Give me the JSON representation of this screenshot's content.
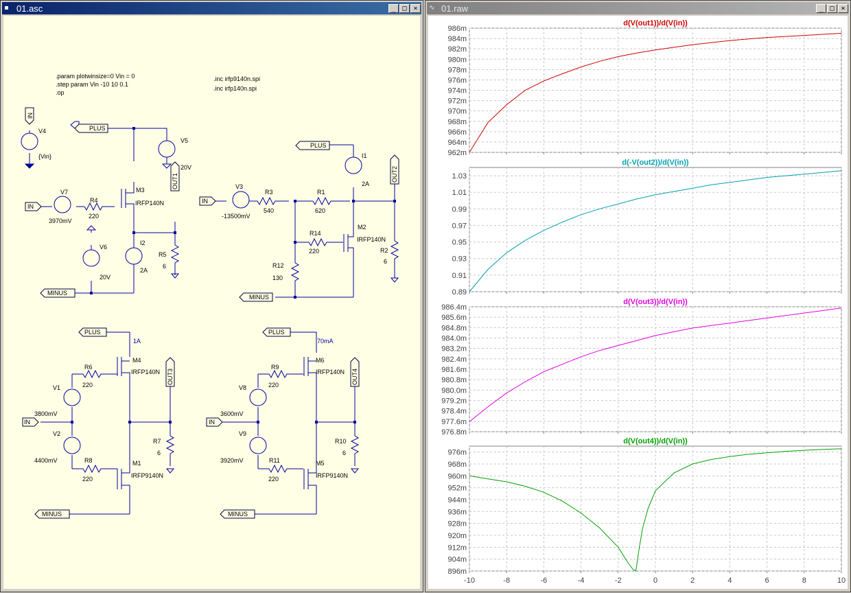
{
  "windows": {
    "schematic": {
      "title": "01.asc",
      "minimize": "_",
      "maximize": "□",
      "close": "×"
    },
    "waveform": {
      "title": "01.raw",
      "minimize": "_",
      "maximize": "□",
      "close": "×"
    }
  },
  "schematic": {
    "directives": [
      ".param plotwinsize=0 Vin = 0",
      ".step param Vin -10 10 0.1",
      ".op"
    ],
    "includes": [
      ".inc irfp9140n.spi",
      ".inc irfp140n.spi"
    ],
    "flags": {
      "in": "IN",
      "plus": "PLUS",
      "minus": "MINUS",
      "out1": "OUT1",
      "out2": "OUT2",
      "out3": "OUT3",
      "out4": "OUT4"
    },
    "components": {
      "V4": {
        "name": "V4",
        "value": "{Vin}"
      },
      "V5": {
        "name": "V5",
        "value": "20V"
      },
      "V6": {
        "name": "V6",
        "value": "20V"
      },
      "V7": {
        "name": "V7",
        "value": "3970mV"
      },
      "V3": {
        "name": "V3",
        "value": "-13500mV"
      },
      "V1": {
        "name": "V1",
        "value": "3800mV"
      },
      "V2": {
        "name": "V2",
        "value": "4400mV"
      },
      "V8": {
        "name": "V8",
        "value": "3600mV"
      },
      "V9": {
        "name": "V9",
        "value": "3920mV"
      },
      "R4": {
        "name": "R4",
        "value": "220"
      },
      "R5": {
        "name": "R5",
        "value": "6"
      },
      "R3": {
        "name": "R3",
        "value": "540"
      },
      "R1": {
        "name": "R1",
        "value": "620"
      },
      "R14": {
        "name": "R14",
        "value": "220"
      },
      "R12": {
        "name": "R12",
        "value": "130"
      },
      "R2": {
        "name": "R2",
        "value": "6"
      },
      "R6": {
        "name": "R6",
        "value": "220"
      },
      "R8": {
        "name": "R8",
        "value": "220"
      },
      "R7": {
        "name": "R7",
        "value": "6"
      },
      "R9": {
        "name": "R9",
        "value": "220"
      },
      "R11": {
        "name": "R11",
        "value": "220"
      },
      "R10": {
        "name": "R10",
        "value": "6"
      },
      "I1": {
        "name": "I1",
        "value": "2A"
      },
      "I2": {
        "name": "I2",
        "value": "2A"
      },
      "M3": {
        "name": "M3",
        "value": "IRFP140N"
      },
      "M2": {
        "name": "M2",
        "value": "IRFP140N"
      },
      "M4": {
        "name": "M4",
        "value": "IRFP140N"
      },
      "M1": {
        "name": "M1",
        "value": "IRFP9140N"
      },
      "M6": {
        "name": "M6",
        "value": "IRFP140N"
      },
      "M5": {
        "name": "M5",
        "value": "IRFP9140N"
      }
    },
    "currents": {
      "m4": "1A",
      "m6": "70mA"
    }
  },
  "chart_data": [
    {
      "type": "line",
      "title": "d(V(out1))/d(V(in))",
      "color": "#d00000",
      "x": [
        -10,
        -9,
        -8,
        -7,
        -6,
        -5,
        -4,
        -3,
        -2,
        -1,
        0,
        1,
        2,
        3,
        4,
        5,
        6,
        7,
        8,
        9,
        10
      ],
      "y": [
        0.962,
        0.9678,
        0.9712,
        0.974,
        0.9758,
        0.9772,
        0.9785,
        0.9796,
        0.9805,
        0.9812,
        0.9818,
        0.9823,
        0.9828,
        0.9832,
        0.9836,
        0.9839,
        0.9842,
        0.9844,
        0.9846,
        0.9848,
        0.985
      ],
      "yticks": [
        "986m",
        "984m",
        "982m",
        "980m",
        "978m",
        "976m",
        "974m",
        "972m",
        "970m",
        "968m",
        "966m",
        "964m",
        "962m"
      ],
      "ylim": [
        0.962,
        0.986
      ]
    },
    {
      "type": "line",
      "title": "d(-V(out2))/d(V(in))",
      "color": "#00a0b0",
      "x": [
        -10,
        -9,
        -8,
        -7,
        -6,
        -5,
        -4,
        -3,
        -2,
        -1,
        0,
        1,
        2,
        3,
        4,
        5,
        6,
        7,
        8,
        9,
        10
      ],
      "y": [
        0.89,
        0.917,
        0.937,
        0.952,
        0.964,
        0.974,
        0.983,
        0.99,
        0.996,
        1.002,
        1.007,
        1.011,
        1.015,
        1.019,
        1.022,
        1.025,
        1.028,
        1.03,
        1.032,
        1.034,
        1.036
      ],
      "yticks": [
        "1.03",
        "1.01",
        "0.99",
        "0.97",
        "0.95",
        "0.93",
        "0.91",
        "0.89"
      ],
      "ylim": [
        0.89,
        1.04
      ]
    },
    {
      "type": "line",
      "title": "d(V(out3))/d(V(in))",
      "color": "#e000e0",
      "x": [
        -10,
        -9,
        -8,
        -7,
        -6,
        -5,
        -4,
        -3,
        -2,
        -1,
        0,
        1,
        2,
        3,
        4,
        5,
        6,
        7,
        8,
        9,
        10
      ],
      "y": [
        0.9776,
        0.9788,
        0.9799,
        0.9808,
        0.9816,
        0.9822,
        0.9828,
        0.9833,
        0.9837,
        0.9841,
        0.9845,
        0.9848,
        0.9851,
        0.9853,
        0.9855,
        0.9857,
        0.9859,
        0.9861,
        0.9863,
        0.9865,
        0.9867
      ],
      "yticks": [
        "986.4m",
        "985.6m",
        "984.8m",
        "984.0m",
        "983.2m",
        "982.4m",
        "981.6m",
        "980.8m",
        "980.0m",
        "979.2m",
        "978.4m",
        "977.6m",
        "976.8m"
      ],
      "ylim": [
        0.9768,
        0.9868
      ]
    },
    {
      "type": "line",
      "title": "d(V(out4))/d(V(in))",
      "color": "#00a000",
      "x": [
        -10,
        -9,
        -8,
        -7,
        -6,
        -5,
        -4,
        -3,
        -2,
        -1.5,
        -1.2,
        -1.05,
        -0.9,
        -0.7,
        -0.4,
        0,
        1,
        2,
        3,
        4,
        5,
        6,
        7,
        8,
        9,
        10
      ],
      "y": [
        0.96,
        0.958,
        0.956,
        0.953,
        0.949,
        0.943,
        0.935,
        0.925,
        0.912,
        0.902,
        0.897,
        0.896,
        0.909,
        0.924,
        0.938,
        0.95,
        0.962,
        0.968,
        0.971,
        0.973,
        0.9745,
        0.9755,
        0.9765,
        0.9772,
        0.9778,
        0.9782
      ],
      "yticks": [
        "976m",
        "968m",
        "960m",
        "952m",
        "944m",
        "936m",
        "928m",
        "920m",
        "912m",
        "904m",
        "896m"
      ],
      "ylim": [
        0.896,
        0.98
      ]
    }
  ],
  "xaxis": {
    "ticks": [
      "-10",
      "-8",
      "-6",
      "-4",
      "-2",
      "0",
      "2",
      "4",
      "6",
      "8",
      "10"
    ],
    "values": [
      -10,
      -8,
      -6,
      -4,
      -2,
      0,
      2,
      4,
      6,
      8,
      10
    ],
    "xlim": [
      -10,
      10
    ]
  }
}
